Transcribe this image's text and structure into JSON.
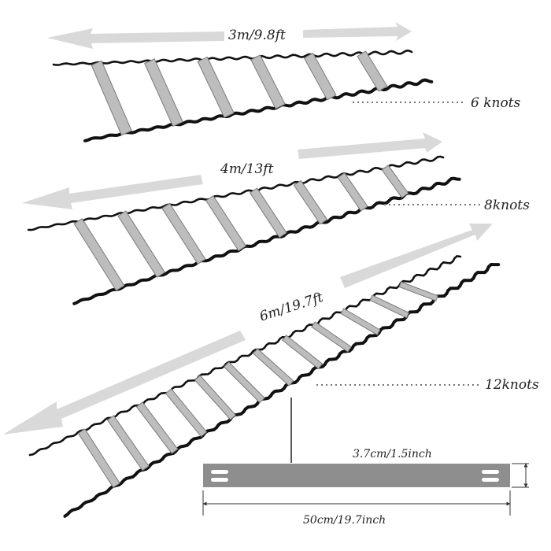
{
  "ladders": [
    {
      "length_label": "3m/9.8ft",
      "knots_label": "6 knots",
      "rungs": 6
    },
    {
      "length_label": "4m/13ft",
      "knots_label": "8knots",
      "rungs": 8
    },
    {
      "length_label": "6m/19.7ft",
      "knots_label": "12knots",
      "rungs": 12
    }
  ],
  "rung_detail": {
    "width_label": "3.7cm/1.5inch",
    "length_label": "50cm/19.7inch"
  },
  "colors": {
    "strap": "#111111",
    "rung_fill": "#bdbdbd",
    "rung_stroke": "#7a7a7a",
    "arrow": "#d9d9d9",
    "leader": "#777777",
    "detail_fill": "#8e8e8e"
  }
}
